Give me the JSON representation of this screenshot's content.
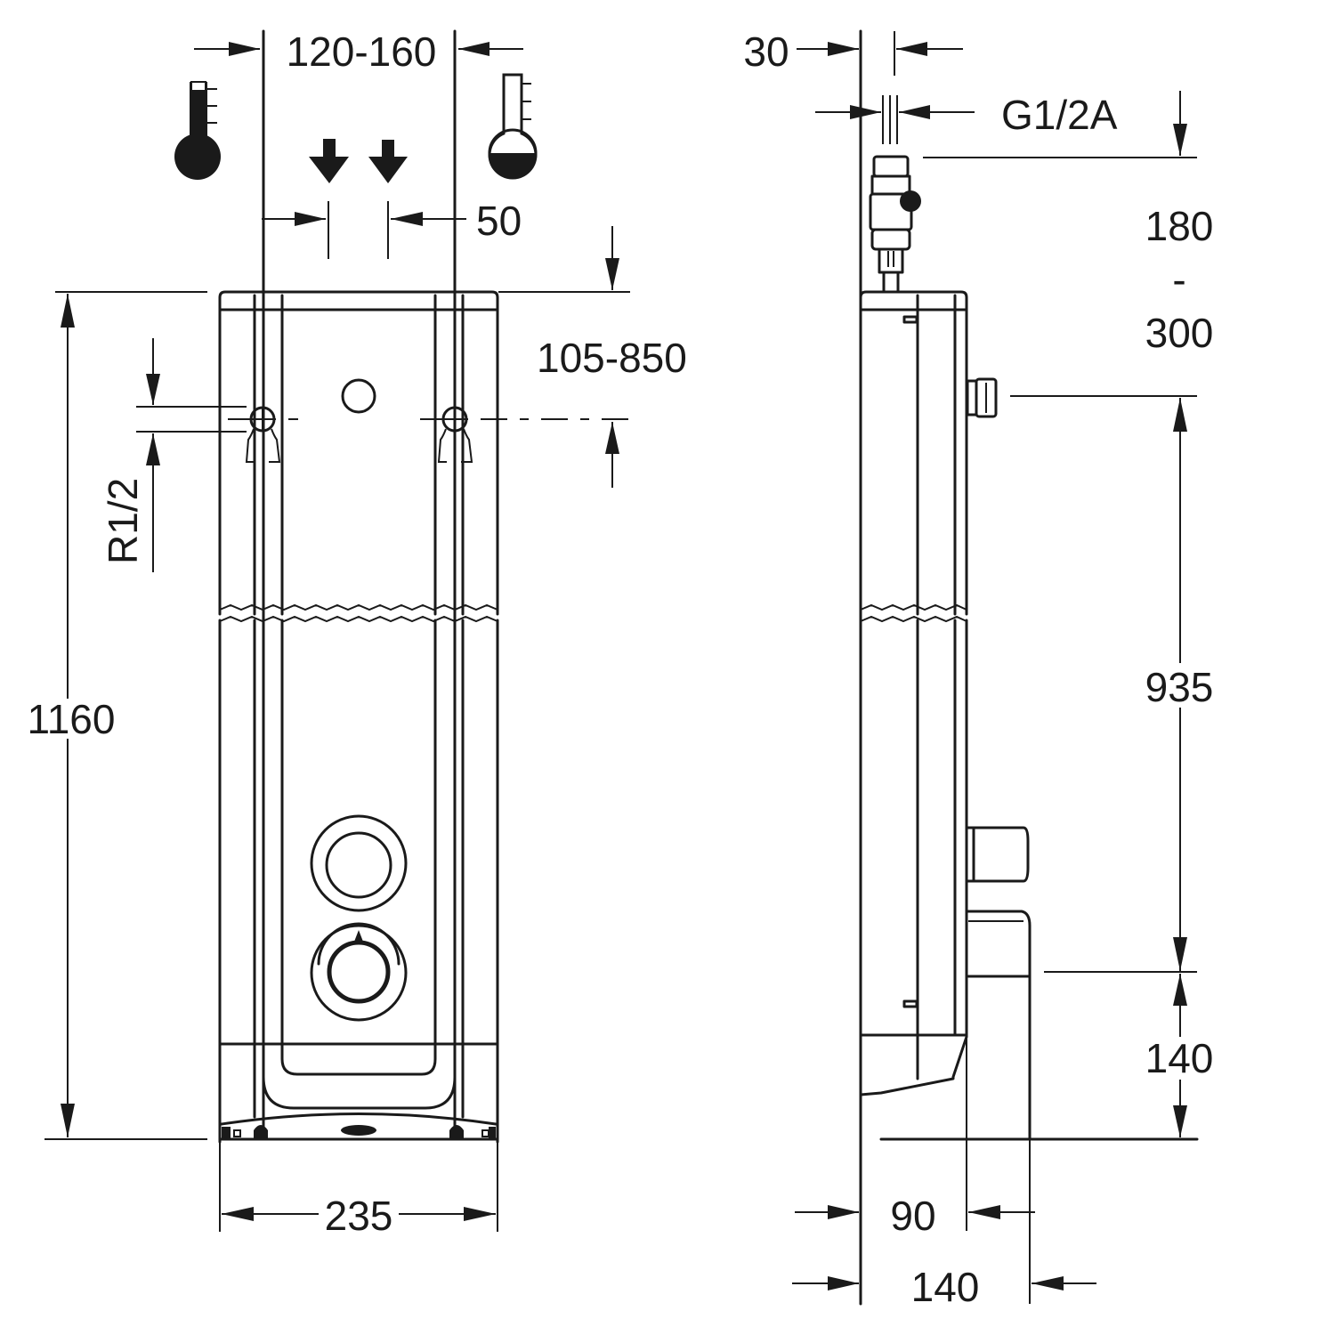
{
  "drawing": {
    "title": "Shower panel dimension drawing",
    "ink_color": "#1a1a1a",
    "background": "#ffffff"
  },
  "front_view": {
    "symbols": {
      "cold_water": "thermometer-cold-icon",
      "hot_water": "thermometer-hot-icon",
      "inlet_arrows": "arrow-down-icon"
    },
    "dimensions": {
      "connection_spacing": "120-160",
      "inlet_offset": "50",
      "height_adjust": "105-850",
      "connection_thread": "R1/2",
      "total_height": "1160",
      "width": "235"
    }
  },
  "side_view": {
    "dimensions": {
      "valve_width": "30",
      "valve_thread": "G1/2A",
      "valve_height_min": "180",
      "valve_height_sep": "-",
      "valve_height_max": "300",
      "outlet_spacing": "935",
      "lower_offset": "140",
      "depth_body": "90",
      "depth_total": "140"
    }
  }
}
